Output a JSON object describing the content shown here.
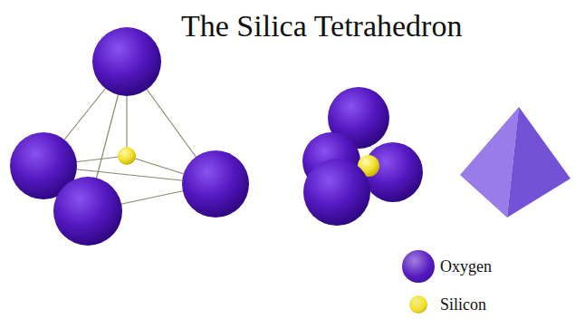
{
  "diagram": {
    "title": "The Silica Tetrahedron",
    "legend": [
      {
        "text": "Oxygen",
        "color": "#5418c0"
      },
      {
        "text": "Silicon",
        "color": "#f2e02a"
      }
    ]
  }
}
